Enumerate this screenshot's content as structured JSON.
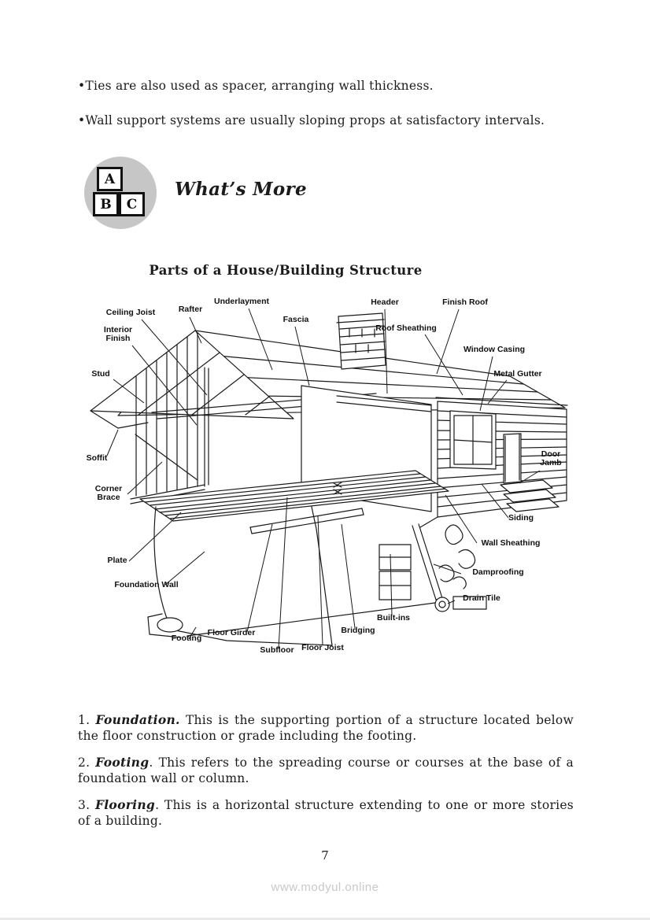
{
  "intro": {
    "bullets": [
      "•Ties are also used as spacer, arranging wall thickness.",
      "•Wall support systems are usually sloping props at satisfactory intervals."
    ]
  },
  "section": {
    "icon_letters": [
      "A",
      "B",
      "C"
    ],
    "title": "What’s More"
  },
  "figure": {
    "title": "Parts of a House/Building Structure",
    "labels": [
      {
        "text": "Ceiling Joist"
      },
      {
        "text": "Rafter"
      },
      {
        "text": "Underlayment"
      },
      {
        "text": "Fascia"
      },
      {
        "text": "Header"
      },
      {
        "text": "Finish Roof"
      },
      {
        "text": "Roof Sheathing"
      },
      {
        "text": "Window Casing"
      },
      {
        "text": "Metal Gutter"
      },
      {
        "text": "Interior Finish"
      },
      {
        "text": "Stud"
      },
      {
        "text": "Soffit"
      },
      {
        "text": "Corner Brace"
      },
      {
        "text": "Door Jamb"
      },
      {
        "text": "Siding"
      },
      {
        "text": "Wall Sheathing"
      },
      {
        "text": "Damproofing"
      },
      {
        "text": "Drain Tile"
      },
      {
        "text": "Plate"
      },
      {
        "text": "Foundation Wall"
      },
      {
        "text": "Built-ins"
      },
      {
        "text": "Footing"
      },
      {
        "text": "Floor Girder"
      },
      {
        "text": "Subfloor"
      },
      {
        "text": "Floor Joist"
      },
      {
        "text": "Bridging"
      }
    ]
  },
  "definitions": [
    {
      "number": "1.",
      "term": "Foundation.",
      "term_suffix": "",
      "body": "This is the supporting portion of a structure located below the floor construction or grade including the footing."
    },
    {
      "number": "2.",
      "term": "Footing",
      "term_suffix": ".",
      "body": "This refers to the spreading course or courses at the base of a foundation wall or column."
    },
    {
      "number": "3.",
      "term": "Flooring",
      "term_suffix": ".",
      "body": "This is a horizontal structure extending to one or more stories of a building."
    }
  ],
  "footer": {
    "page_number": "7",
    "watermark": "www.modyul.online"
  }
}
